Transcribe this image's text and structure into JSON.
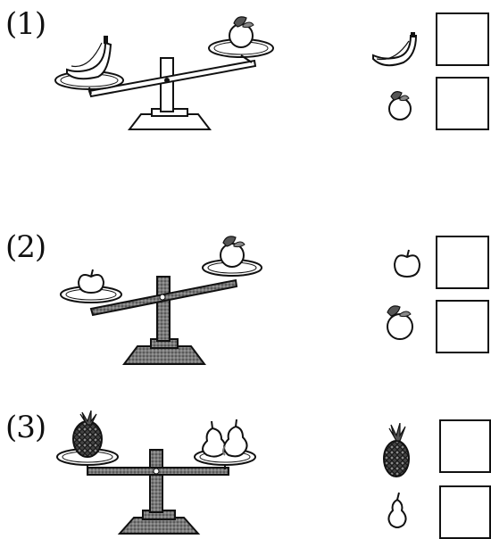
{
  "problems": [
    {
      "label": "(1)",
      "left_pan": "banana-icon",
      "right_pan": "orange-icon",
      "heavier_side": "left",
      "answers": [
        {
          "fruit": "banana-icon",
          "value": ""
        },
        {
          "fruit": "orange-icon",
          "value": ""
        }
      ]
    },
    {
      "label": "(2)",
      "left_pan": "apple-icon",
      "right_pan": "orange-icon",
      "heavier_side": "left",
      "answers": [
        {
          "fruit": "apple-icon",
          "value": ""
        },
        {
          "fruit": "orange-icon",
          "value": ""
        }
      ]
    },
    {
      "label": "(3)",
      "left_pan": "pineapple-icon",
      "right_pan": "pears-icon",
      "heavier_side": "balanced",
      "answers": [
        {
          "fruit": "pineapple-icon",
          "value": ""
        },
        {
          "fruit": "pear-icon",
          "value": ""
        }
      ]
    }
  ]
}
